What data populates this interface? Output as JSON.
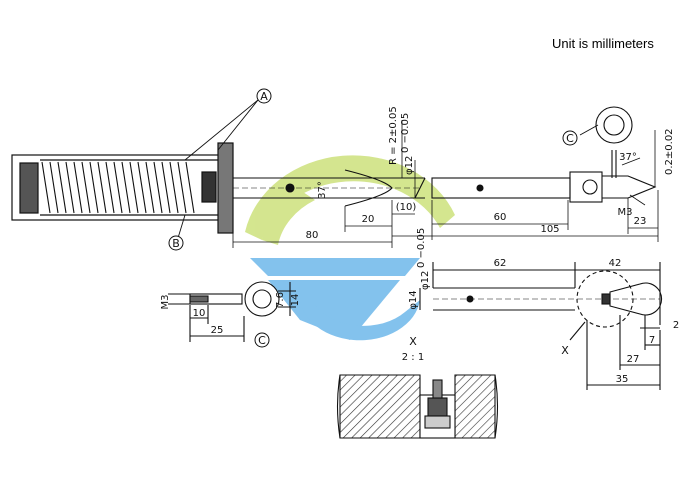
{
  "unit_note": "Unit is millimeters",
  "callouts": {
    "a": "A",
    "b": "B",
    "c": "C"
  },
  "section": {
    "label": "X",
    "scale": "2 : 1"
  },
  "detail_marker": "X",
  "dimensions": {
    "len_80": "80",
    "len_20": "20",
    "len_10_paren": "(10)",
    "len_60": "60",
    "len_105": "105",
    "len_23": "23",
    "len_62": "62",
    "len_42": "42",
    "len_10": "10",
    "len_25": "25",
    "len_7_6": "7.6",
    "len_14": "14",
    "len_7": "7",
    "len_2": "2",
    "len_27": "27",
    "len_35": "35",
    "dia_14": "φ14",
    "dia_12_top": "φ12",
    "tol_12_top": "0 −0.05",
    "dia_12_bottom": "φ12",
    "tol_12_bottom": "0 −0.05",
    "radius": "R = 2±0.05",
    "tip_tol": "0.2±0.02",
    "angle_37": "37°",
    "angle_37_tip": "37°",
    "thread_m3": "M3",
    "thread_m3_left": "M3"
  },
  "watermark_colors": {
    "green": "#c6dd6a",
    "blue": "#5aaee8"
  }
}
